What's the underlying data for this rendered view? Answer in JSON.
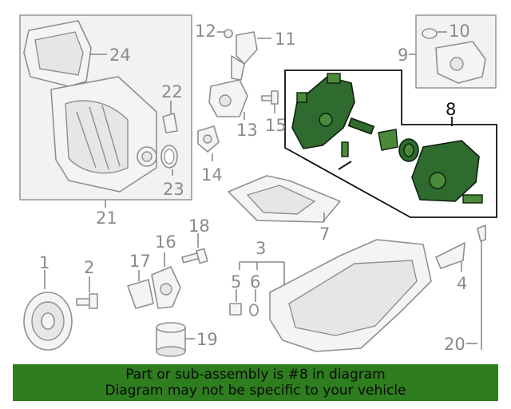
{
  "callouts": {
    "c1": "1",
    "c2": "2",
    "c3": "3",
    "c4": "4",
    "c5": "5",
    "c6": "6",
    "c7": "7",
    "c8": "8",
    "c9": "9",
    "c10": "10",
    "c11": "11",
    "c12": "12",
    "c13": "13",
    "c14": "14",
    "c15": "15",
    "c16": "16",
    "c17": "17",
    "c18": "18",
    "c19": "19",
    "c20": "20",
    "c21": "21",
    "c22": "22",
    "c23": "23",
    "c24": "24"
  },
  "highlight_color": "#2e7d1e",
  "notice": {
    "line1": "Part or sub-assembly is #8 in diagram",
    "line2": "Diagram may not be specific to your vehicle"
  }
}
